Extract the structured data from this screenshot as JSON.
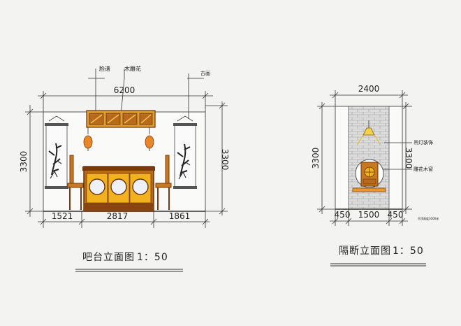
{
  "bar_elevation": {
    "title": "吧台立面图",
    "scale": "1：50",
    "dim_total_width": "6200",
    "dim_height_left": "3300",
    "dim_height_right": "3300",
    "dim_segments": [
      "1521",
      "2817",
      "1861"
    ],
    "callout_left": "脸谱",
    "callout_mid": "木雕花",
    "callout_right": "古画"
  },
  "partition_elevation": {
    "title": "隔断立面图",
    "scale": "1：50",
    "dim_total_width": "2400",
    "dim_height_left": "3300",
    "dim_height_right": "3300",
    "dim_segments": [
      "450",
      "1500",
      "450"
    ],
    "callout_upper": "吊灯装饰",
    "callout_lower": "雕花木窗",
    "note": "吊顶高度3000米"
  },
  "colors": {
    "wood": "#c8781e",
    "wood_dark": "#7a3a10",
    "gold": "#f2b21f",
    "lantern": "#e8872a",
    "brick": "#cfcfcf",
    "line": "#333333"
  }
}
